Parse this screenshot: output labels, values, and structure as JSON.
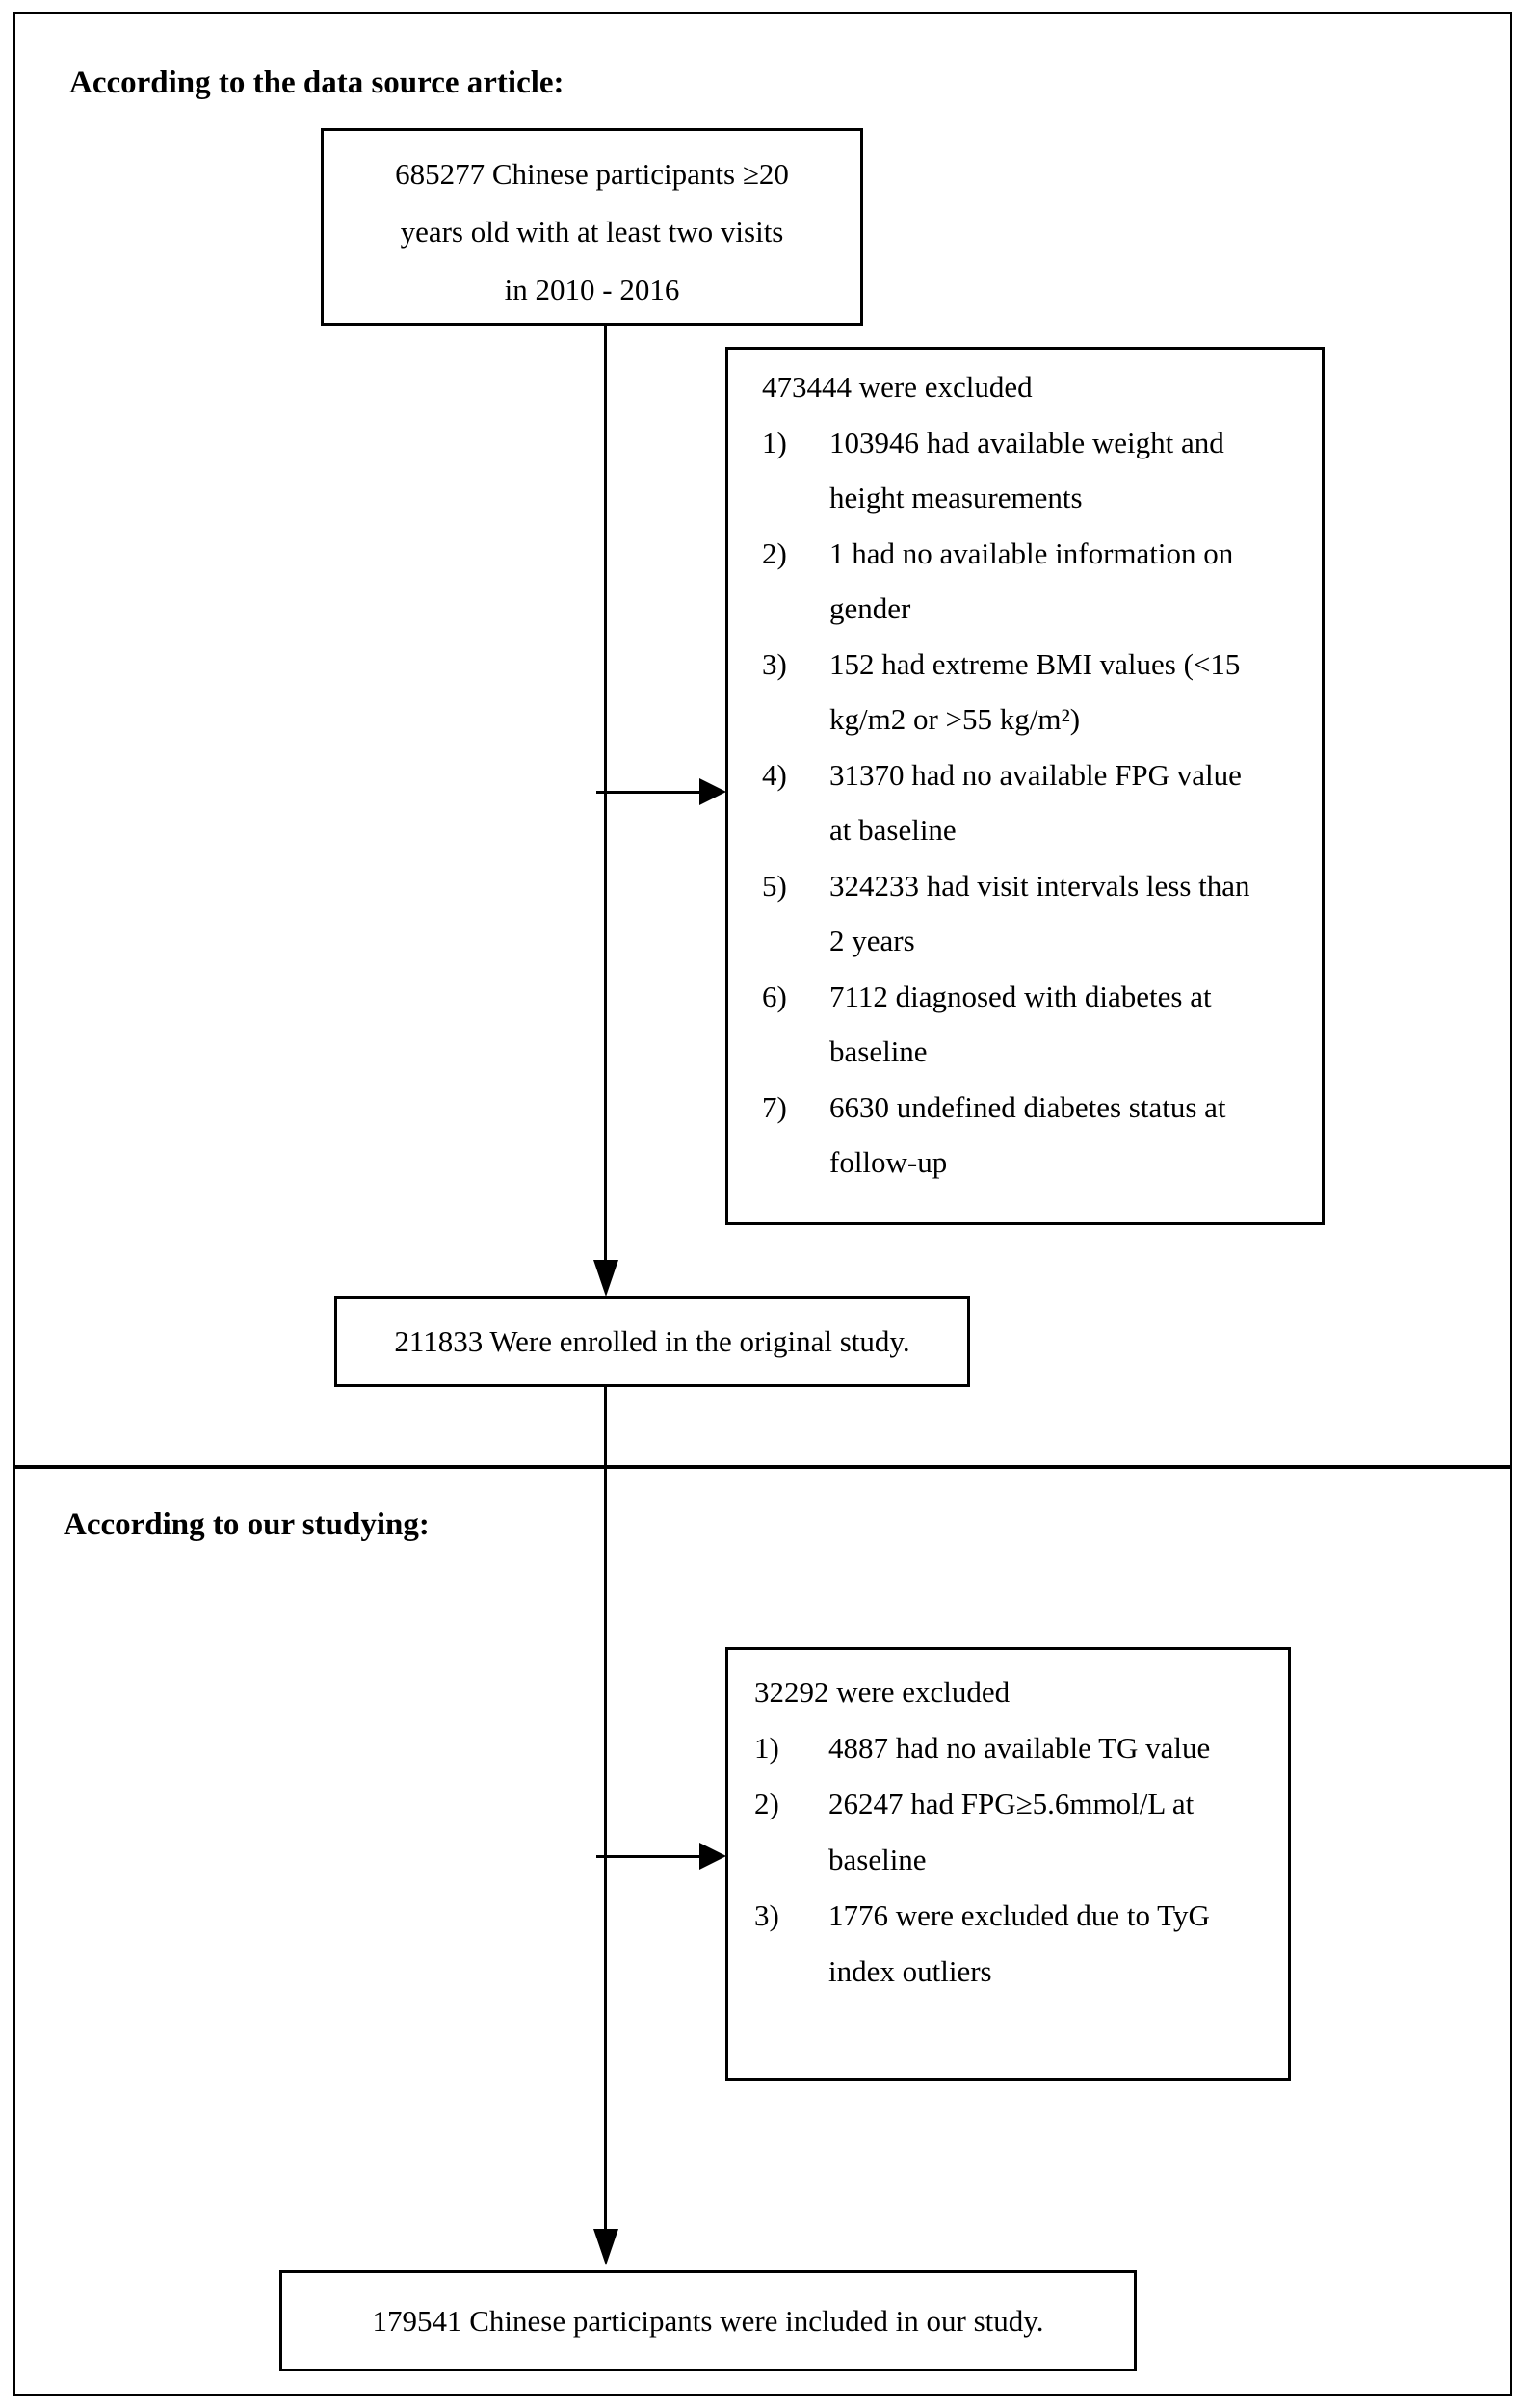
{
  "section1": {
    "heading": "According to the data source article:",
    "initial_box": {
      "text": "685277 Chinese participants ≥20\nyears old with at least two visits\nin 2010 - 2016"
    },
    "excluded_box": {
      "intro": "473444 were excluded",
      "items": [
        {
          "num": "1)",
          "text": "103946 had available weight and\nheight measurements"
        },
        {
          "num": "2)",
          "text": "1 had no available information on\ngender"
        },
        {
          "num": "3)",
          "text": "152 had extreme BMI values (<15\nkg/m2 or >55 kg/m²)"
        },
        {
          "num": "4)",
          "text": "31370 had no available FPG value\nat baseline"
        },
        {
          "num": "5)",
          "text": "324233 had visit intervals less than\n2 years"
        },
        {
          "num": "6)",
          "text": "7112 diagnosed with diabetes at\nbaseline"
        },
        {
          "num": "7)",
          "text": "6630 undefined diabetes status at\nfollow-up"
        }
      ]
    },
    "enrolled_box": {
      "text": "211833 Were enrolled in the original study."
    }
  },
  "section2": {
    "heading": "According to our studying:",
    "excluded_box": {
      "intro": "32292 were excluded",
      "items": [
        {
          "num": "1)",
          "text": "4887 had no available TG value"
        },
        {
          "num": "2)",
          "text": "26247 had FPG≥5.6mmol/L at\nbaseline"
        },
        {
          "num": "3)",
          "text": "1776 were excluded due to TyG\nindex outliers"
        }
      ]
    },
    "included_box": {
      "text": "179541 Chinese participants were included in our study."
    }
  },
  "colors": {
    "line": "#000000",
    "background": "#ffffff"
  }
}
